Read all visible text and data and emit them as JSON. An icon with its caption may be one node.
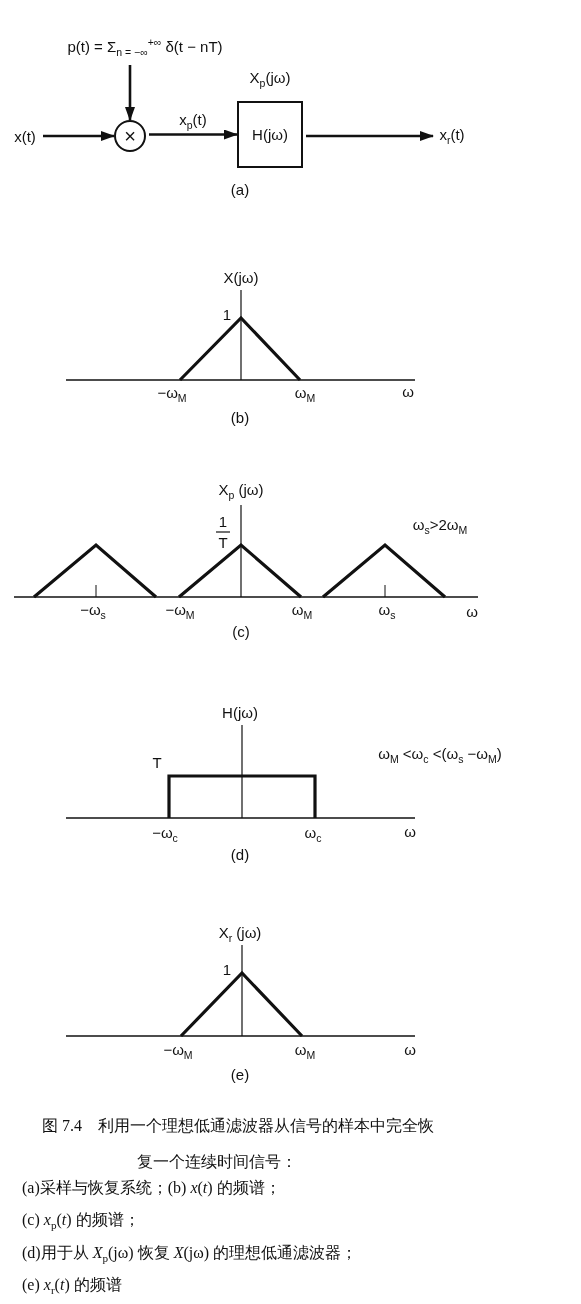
{
  "diagram": {
    "caption": "图 7.4　利用一个理想低通滤波器从信号的样本中完全恢复一个连续时间信号：",
    "nodes": [
      {
        "text": [
          "x(t)"
        ]
      },
      {
        "text": [
          "×"
        ]
      },
      {
        "text": [
          "p(t) = Σ$_{n = −∞}$$^{+∞}$ δ(t − nT)"
        ]
      },
      {
        "text": [
          "H(jω)"
        ],
        "beside": [
          "X$_{p}$(jω)"
        ]
      },
      {
        "text": [
          "x$_{r}$(t)"
        ]
      }
    ],
    "edges": [
      {
        "from": 0,
        "to": 1,
        "arrow": "to"
      },
      {
        "from": 2,
        "to": 1,
        "arrow": "to"
      },
      {
        "from": 1,
        "to": 3,
        "arrow": "to",
        "label": "x$_{p}$(t)"
      },
      {
        "from": 3,
        "to": 4,
        "arrow": "to"
      }
    ],
    "labels": [
      "(a)",
      "X(jω)",
      "1",
      "−ω$_{M}$",
      "ω$_{M}$",
      "ω",
      "(b)",
      "X$_{p}$ (jω)",
      "1",
      "T",
      "ω$_{s}$>2ω$_{M}$",
      "−ω$_{s}$",
      "−ω$_{M}$",
      "ω$_{M}$",
      "ω$_{s}$",
      "ω",
      "(c)",
      "H(jω)",
      "T",
      "ω$_{M}$ <ω$_{c}$ <(ω$_{s}$ −ω$_{M}$)",
      "−ω$_{c}$",
      "ω$_{c}$",
      "ω",
      "(d)",
      "X$_{r}$ (jω)",
      "1",
      "−ω$_{M}$",
      "ω$_{M}$",
      "ω",
      "(e)",
      "(a)采样与恢复系统；(b) *x*(*t*) 的频谱；",
      "(c) *x*$_{p}$(*t*) 的频谱；",
      "(d)用于从 *X*$_{p}$(jω) 恢复 *X*(jω) 的理想低通滤波器；",
      "(e) *x*$_{r}$(*t*) 的频谱"
    ]
  }
}
